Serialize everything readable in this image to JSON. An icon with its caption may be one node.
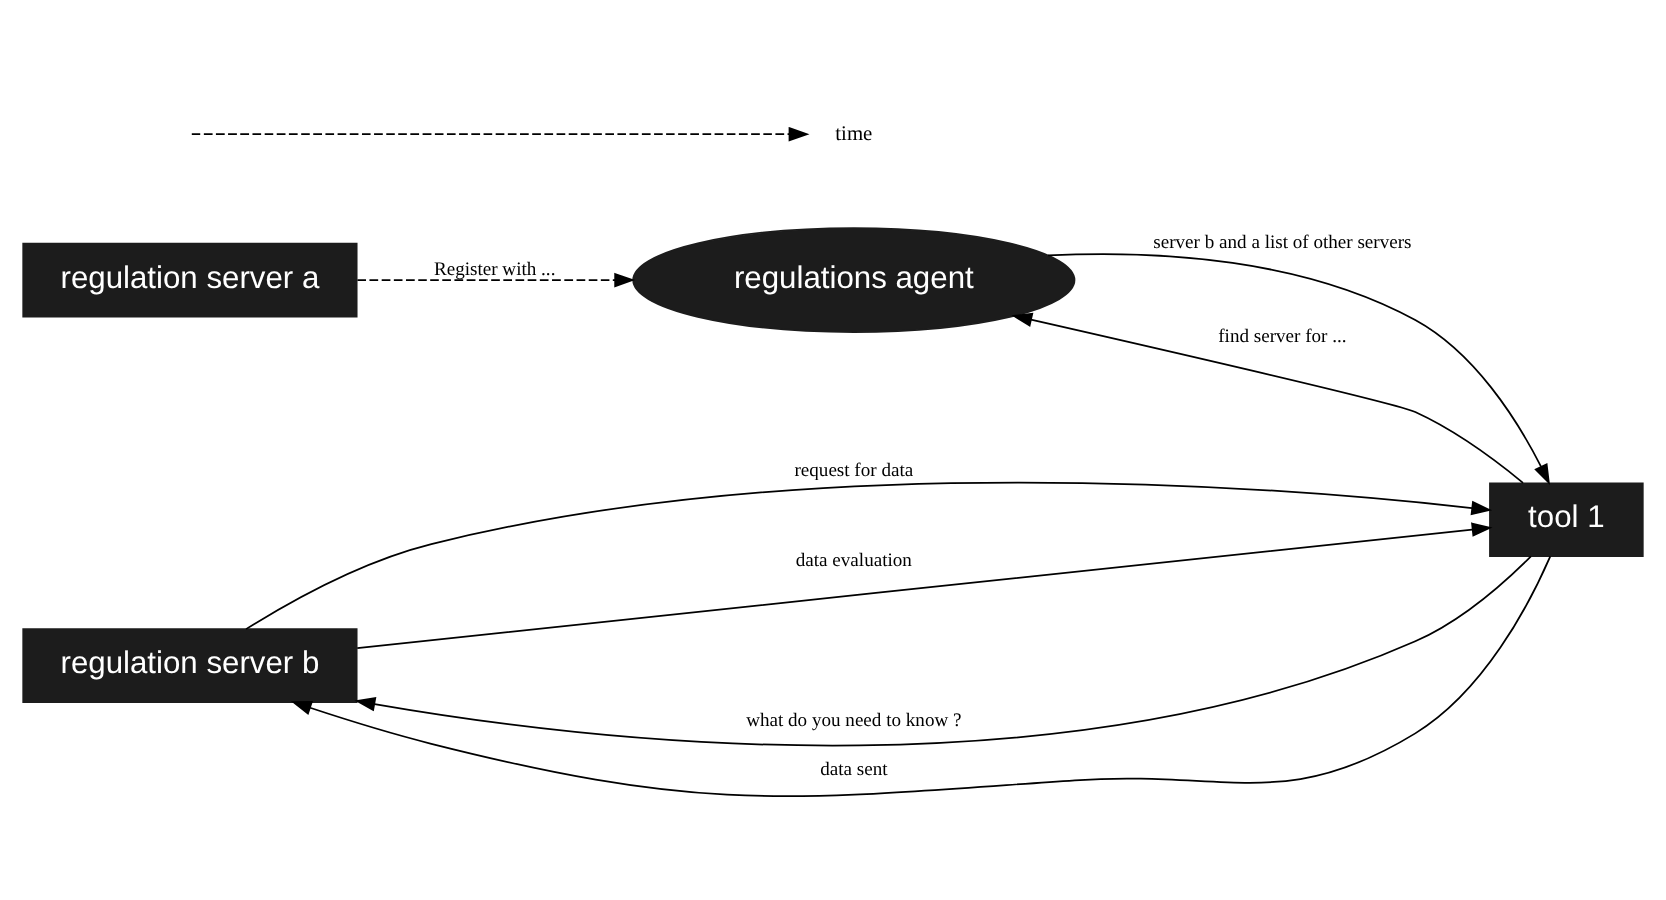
{
  "diagram": {
    "nodes": [
      {
        "text": [
          "regulation server a"
        ]
      },
      {
        "text": [
          "regulations agent"
        ]
      },
      {
        "text": [
          "regulation server b"
        ]
      },
      {
        "text": [
          "tool 1"
        ]
      },
      {
        "text": [
          "time"
        ]
      }
    ],
    "edges": [
      {
        "from": 0,
        "to": 1,
        "arrow": "to",
        "label": "Register with ...",
        "style": "dashed"
      },
      {
        "from": 3,
        "to": 1,
        "arrow": "to",
        "label": "find server for ..."
      },
      {
        "from": 1,
        "to": 3,
        "arrow": "to",
        "label": "server b and a list of other servers"
      },
      {
        "from": 3,
        "to": 2,
        "arrow": "to",
        "label": "what do you need to know ?"
      },
      {
        "from": 2,
        "to": 3,
        "arrow": "to",
        "label": "request for data"
      },
      {
        "from": 3,
        "to": 2,
        "arrow": "to",
        "label": "data sent"
      },
      {
        "from": 2,
        "to": 3,
        "arrow": "to",
        "label": "data evaluation"
      },
      {
        "from": null,
        "to": 4,
        "arrow": "to",
        "style": "dashed"
      }
    ]
  }
}
